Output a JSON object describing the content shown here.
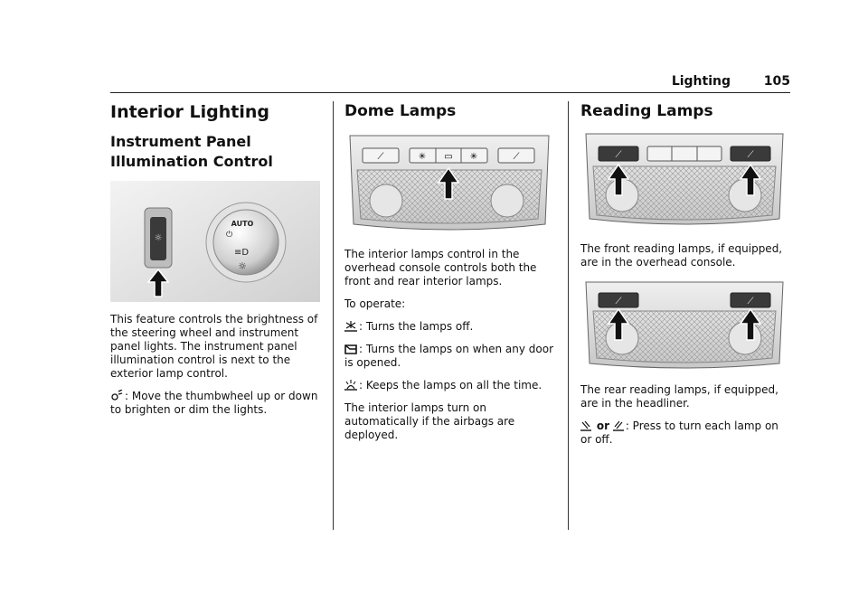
{
  "header": {
    "section": "Lighting",
    "page": "105"
  },
  "col1": {
    "title": "Interior Lighting",
    "subtitle": "Instrument Panel Illumination Control",
    "dial_label": "AUTO",
    "para1": "This feature controls the brightness of the steering wheel and instrument panel lights. The instrument panel illumination control is next to the exterior lamp control.",
    "item_text": ": Move the thumbwheel up or down to brighten or dim the lights."
  },
  "col2": {
    "title": "Dome Lamps",
    "para1": "The interior lamps control in the overhead console controls both the front and rear interior lamps.",
    "para2": "To operate:",
    "items": [
      {
        "icon": "dome-off-icon",
        "text": ": Turns the lamps off."
      },
      {
        "icon": "door-icon",
        "text": ": Turns the lamps on when any door is opened."
      },
      {
        "icon": "dome-on-icon",
        "text": ": Keeps the lamps on all the time."
      }
    ],
    "para3": "The interior lamps turn on automatically if the airbags are deployed."
  },
  "col3": {
    "title": "Reading Lamps",
    "para1": "The front reading lamps, if equipped, are in the overhead console.",
    "para2": "The rear reading lamps, if equipped, are in the headliner.",
    "item_or": "or",
    "item_text": ": Press to turn each lamp on or off."
  },
  "colors": {
    "text": "#111111",
    "panel": "#dcdcdc",
    "button": "#2a2a2a"
  }
}
